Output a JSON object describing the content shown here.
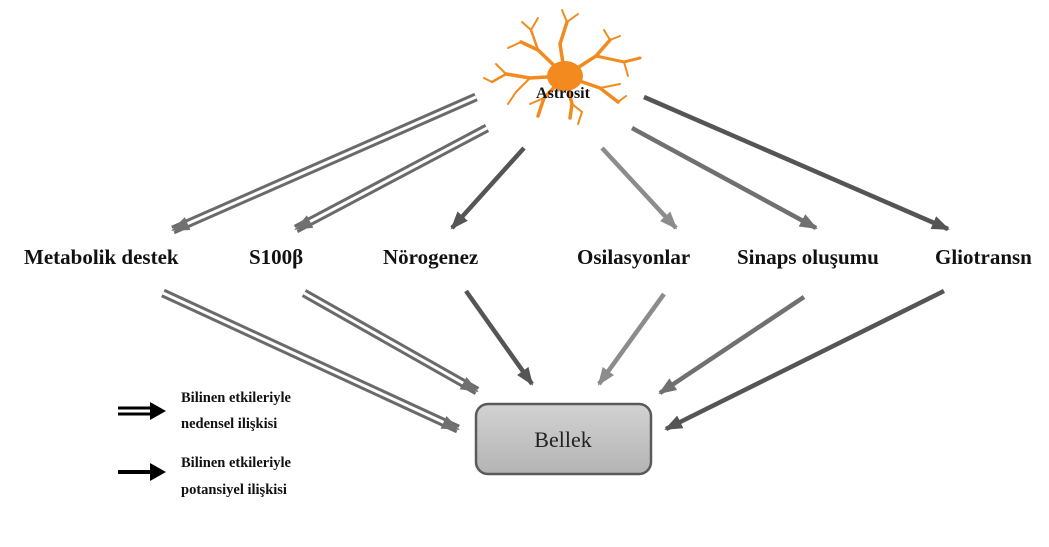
{
  "source": {
    "label": "Astrosit",
    "color": "#f28a1f"
  },
  "target": {
    "label": "Bellek",
    "fill": "#c4c4c4"
  },
  "factors": [
    {
      "id": "metabolik",
      "label": "Metabolik destek",
      "link": "causal"
    },
    {
      "id": "s100b",
      "label": "S100β",
      "link": "causal"
    },
    {
      "id": "norogenez",
      "label": "Nörogenez",
      "link": "potential"
    },
    {
      "id": "osilasyonlar",
      "label": "Osilasyonlar",
      "link": "potential"
    },
    {
      "id": "sinaps",
      "label": "Sinaps oluşumu",
      "link": "potential"
    },
    {
      "id": "gliotransn",
      "label": "Gliotransn",
      "link": "potential"
    }
  ],
  "legend": {
    "causal": {
      "line1": "Bilinen etkileriyle",
      "line2": "nedensel ilişkisi"
    },
    "potential": {
      "line1": "Bilinen etkileriyle",
      "line2": "potansiyel ilişkisi"
    }
  },
  "colors": {
    "arrow_dark": "#555555",
    "arrow_mid": "#707070",
    "arrow_light": "#8c8c8c",
    "legend_arrow": "#000000"
  }
}
